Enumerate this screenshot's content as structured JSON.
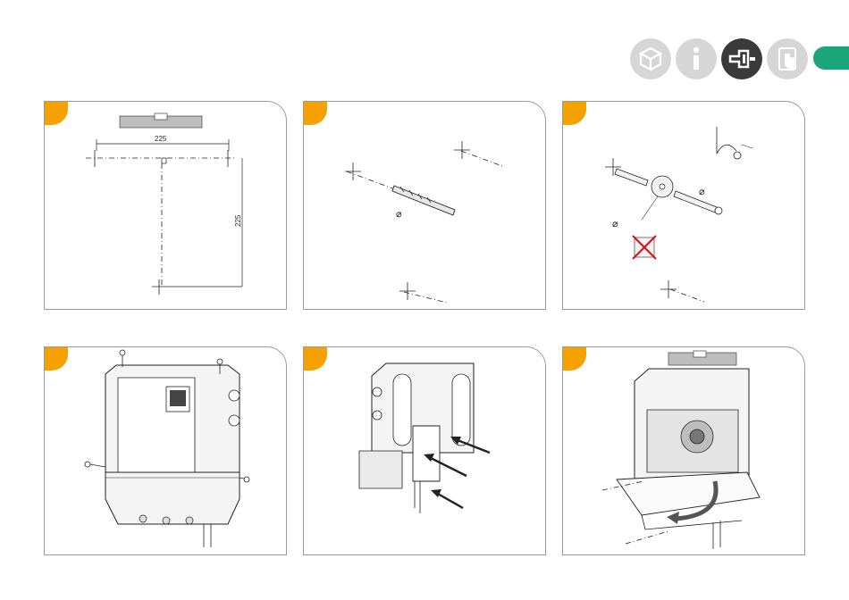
{
  "nav": {
    "icons": [
      "box-icon",
      "info-icon",
      "wall-mount-icon",
      "hand-touch-icon"
    ],
    "active_icon": "wall-mount-icon",
    "tab_color": "#1aa678"
  },
  "step_badge_color": "#f5a100",
  "panels": [
    {
      "id": "mark-holes",
      "dim_horizontal": "225",
      "dim_vertical": "225"
    },
    {
      "id": "drill-holes",
      "diameter_symbol": "⌀"
    },
    {
      "id": "insert-plugs-screws",
      "diameter_symbol_1": "⌀",
      "diameter_symbol_2": "⌀"
    },
    {
      "id": "remove-cover-screws"
    },
    {
      "id": "hang-on-bracket"
    },
    {
      "id": "level-and-fold-down"
    }
  ]
}
